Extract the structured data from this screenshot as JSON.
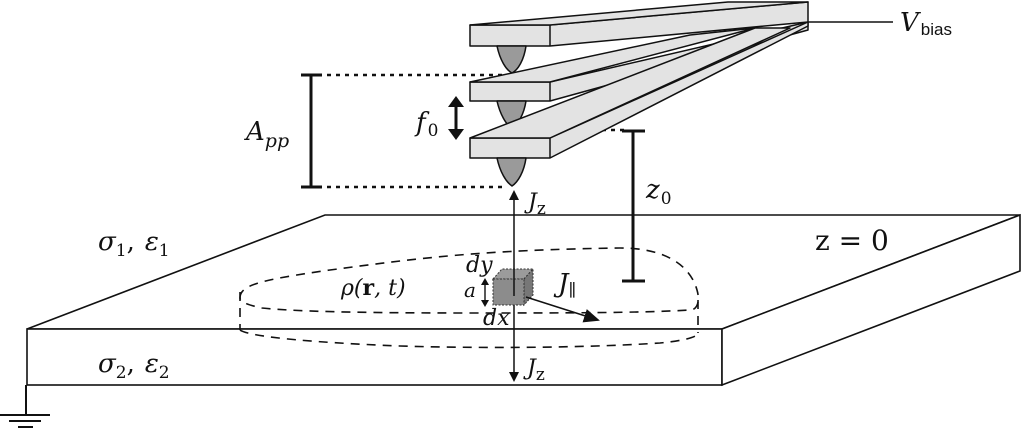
{
  "figure": {
    "description": "Schematic of an oscillating cantilever tip above a two-layer sample",
    "colors": {
      "line": "#111111",
      "cantilever_fill": "#e3e3e3",
      "tip_fill": "#9a9a9a",
      "volume_fill": "#8c8c8c",
      "background": "#ffffff"
    },
    "labels": {
      "v_bias": {
        "main": "V",
        "sub": "bias"
      },
      "a_pp": {
        "main": "A",
        "sub": "pp"
      },
      "f0": {
        "main": "f",
        "sub": "0"
      },
      "z0": {
        "main": "z",
        "sub": "0"
      },
      "jz_top": {
        "main": "J",
        "sub": "z"
      },
      "jz_bottom": {
        "main": "J",
        "sub": "z"
      },
      "j_parallel": {
        "main": "J",
        "sub": "∥"
      },
      "z_equals_0": "z = 0",
      "layer1": {
        "sigma": "σ",
        "sigma_sub": "1",
        "sep": ",",
        "eps": "ε",
        "eps_sub": "1"
      },
      "layer2": {
        "sigma": "σ",
        "sigma_sub": "2",
        "sep": ",",
        "eps": "ε",
        "eps_sub": "2"
      },
      "rho": {
        "pre": "ρ(",
        "bold": "r",
        "post": ", t)"
      },
      "dy": "dy",
      "dx": "dx",
      "a": "a"
    },
    "cantilever_positions": [
      "top",
      "middle",
      "bottom"
    ],
    "ground_symbol": "ground-icon"
  }
}
